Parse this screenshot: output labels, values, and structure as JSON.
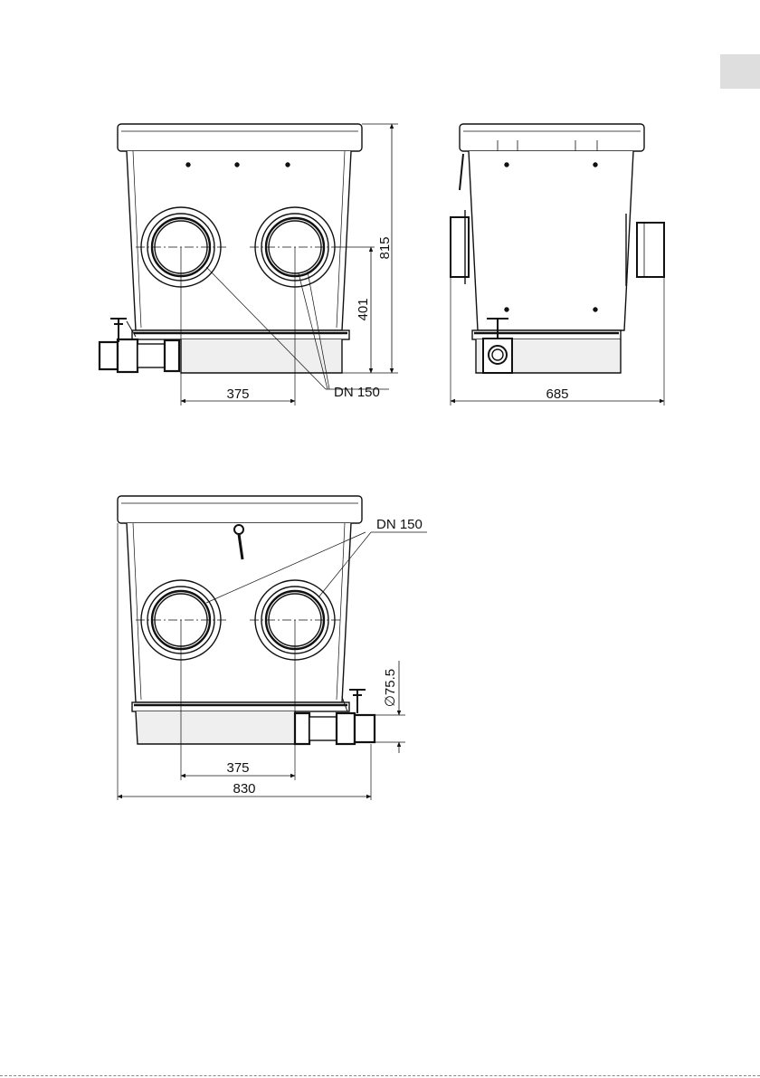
{
  "colors": {
    "line": "#111111",
    "dim": "#222222",
    "tab": "#dedede",
    "base": "#efefef"
  },
  "views": {
    "front": {
      "label_spacing": "375",
      "label_height_total": "815",
      "label_height_inlet": "401",
      "label_inlet": "DN 150"
    },
    "side": {
      "label_width": "685"
    },
    "rear": {
      "label_inlet": "DN 150",
      "label_spacing": "375",
      "label_width": "830",
      "label_pipe_diameter": "∅75.5"
    }
  }
}
